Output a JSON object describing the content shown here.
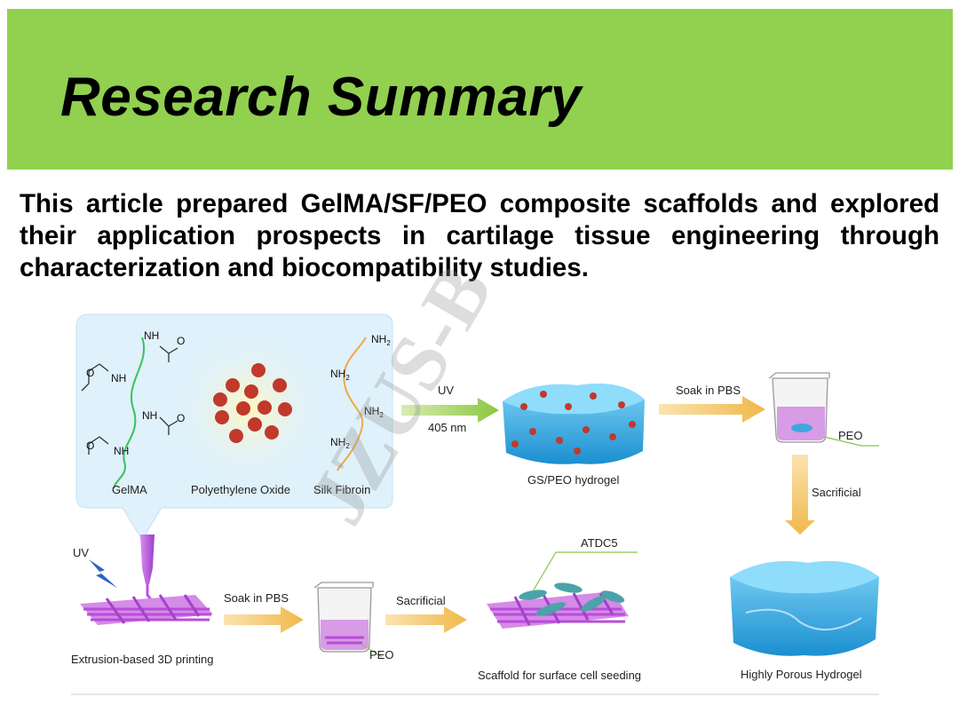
{
  "header": {
    "title": "Research Summary"
  },
  "summary": {
    "text": "This article prepared GelMA/SF/PEO composite scaffolds and explored their application prospects in cartilage tissue engineering through characterization and biocompatibility studies."
  },
  "watermark": {
    "text": "JZUS-B"
  },
  "colors": {
    "banner": "#92d050",
    "inset": "#dff1fb",
    "hydrogel": "#29a8e6",
    "arrow": "#f0b84a",
    "uv_arrow": "#8cc63f",
    "scaffold": "#c050e0",
    "bead": "#c0392b"
  },
  "diagram": {
    "inset": {
      "gelma_label": "GelMA",
      "peo_label": "Polyethylene Oxide",
      "sf_label": "Silk Fibroin",
      "nh": "NH",
      "nh2": "NH",
      "o": "O",
      "sub2": "2"
    },
    "uv_step": {
      "label": "UV",
      "wavelength": "405 nm"
    },
    "hydrogel_label": "GS/PEO hydrogel",
    "soak_top": "Soak in PBS",
    "peo_top": "PEO",
    "sacrificial_right": "Sacrificial",
    "porous_label": "Highly Porous Hydrogel",
    "printing": {
      "uv": "UV",
      "label": "Extrusion-based 3D printing"
    },
    "soak_bottom": "Soak in PBS",
    "peo_bottom": "PEO",
    "sacrificial_bottom": "Sacrificial",
    "cell_label": "ATDC5",
    "scaffold_label": "Scaffold for surface cell seeding"
  }
}
